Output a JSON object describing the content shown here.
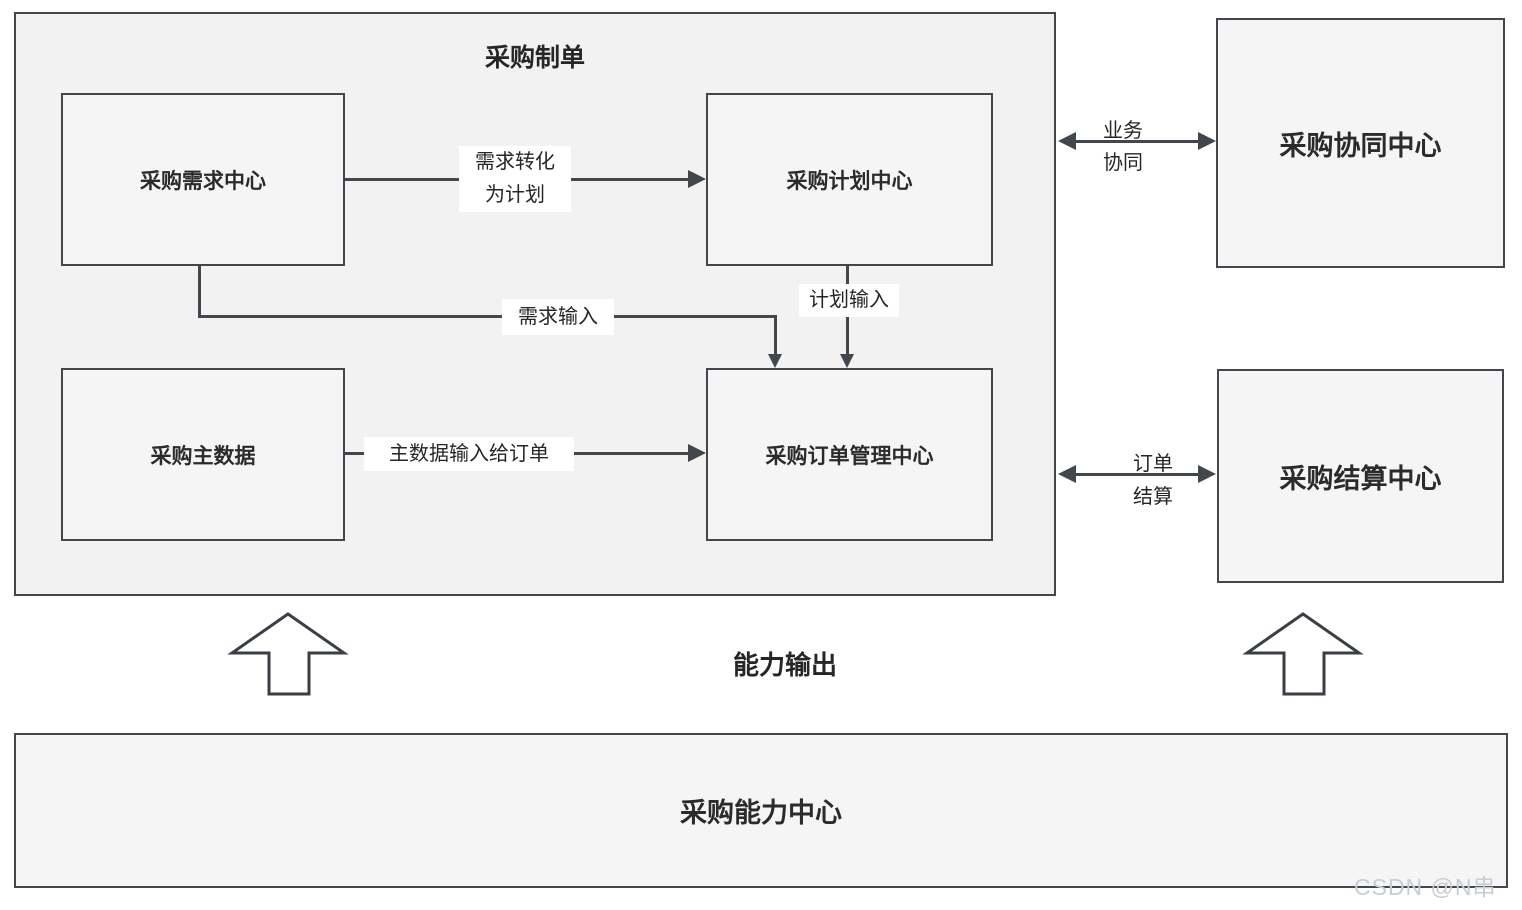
{
  "diagram": {
    "title": "采购制单",
    "nodes": {
      "demand": {
        "label": "采购需求中心"
      },
      "plan": {
        "label": "采购计划中心"
      },
      "master": {
        "label": "采购主数据"
      },
      "order": {
        "label": "采购订单管理中心"
      },
      "collab": {
        "label": "采购协同中心"
      },
      "settle": {
        "label": "采购结算中心"
      },
      "capability": {
        "label": "采购能力中心"
      }
    },
    "edges": {
      "demand_to_plan": {
        "line1": "需求转化",
        "line2": "为计划"
      },
      "demand_to_order": {
        "label": "需求输入"
      },
      "plan_to_order": {
        "label": "计划输入"
      },
      "master_to_order": {
        "label": "主数据输入给订单"
      },
      "biz_collab": {
        "line1": "业务",
        "line2": "协同"
      },
      "order_settle": {
        "line1": "订单",
        "line2": "结算"
      }
    },
    "annotations": {
      "capability_output": "能力输出"
    },
    "watermark": "CSDN @N串",
    "colors": {
      "line": "#42464d",
      "container_fill": "#f2f2f2",
      "node_fill": "#f5f5f5",
      "text": "#262626",
      "watermark": "#c9cdd3"
    }
  }
}
